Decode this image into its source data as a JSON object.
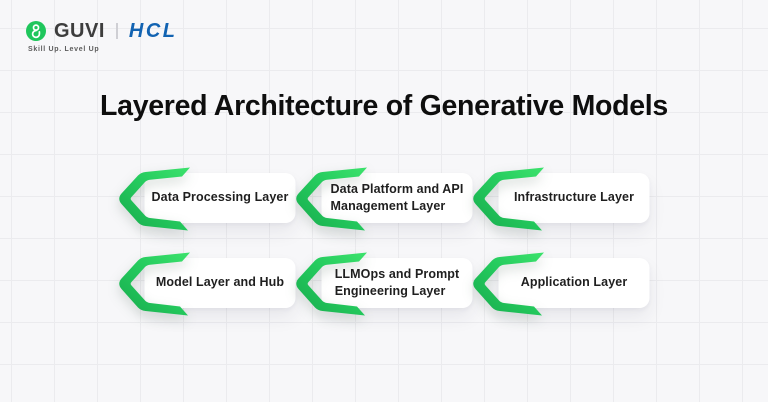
{
  "brand": {
    "guvi_text": "GUVI",
    "hcl_text": "HCL",
    "tagline": "Skill Up. Level Up",
    "colors": {
      "guvi_green": "#1fc65c",
      "hcl_blue": "#1263b2"
    }
  },
  "title": "Layered Architecture of Generative Models",
  "diagram": {
    "colors": {
      "green_dark": "#17ab4d",
      "green_mid": "#25cb5e",
      "green_light": "#3ce26c"
    },
    "rows": [
      {
        "items": [
          {
            "lines": [
              "Data Processing Layer",
              ""
            ]
          },
          {
            "lines": [
              "Data Platform and API",
              "Management Layer"
            ]
          },
          {
            "lines": [
              "Infrastructure Layer",
              ""
            ]
          }
        ]
      },
      {
        "items": [
          {
            "lines": [
              "Model Layer and Hub",
              ""
            ]
          },
          {
            "lines": [
              "LLMOps and Prompt",
              "Engineering Layer"
            ]
          },
          {
            "lines": [
              "Application Layer",
              ""
            ]
          }
        ]
      }
    ]
  }
}
